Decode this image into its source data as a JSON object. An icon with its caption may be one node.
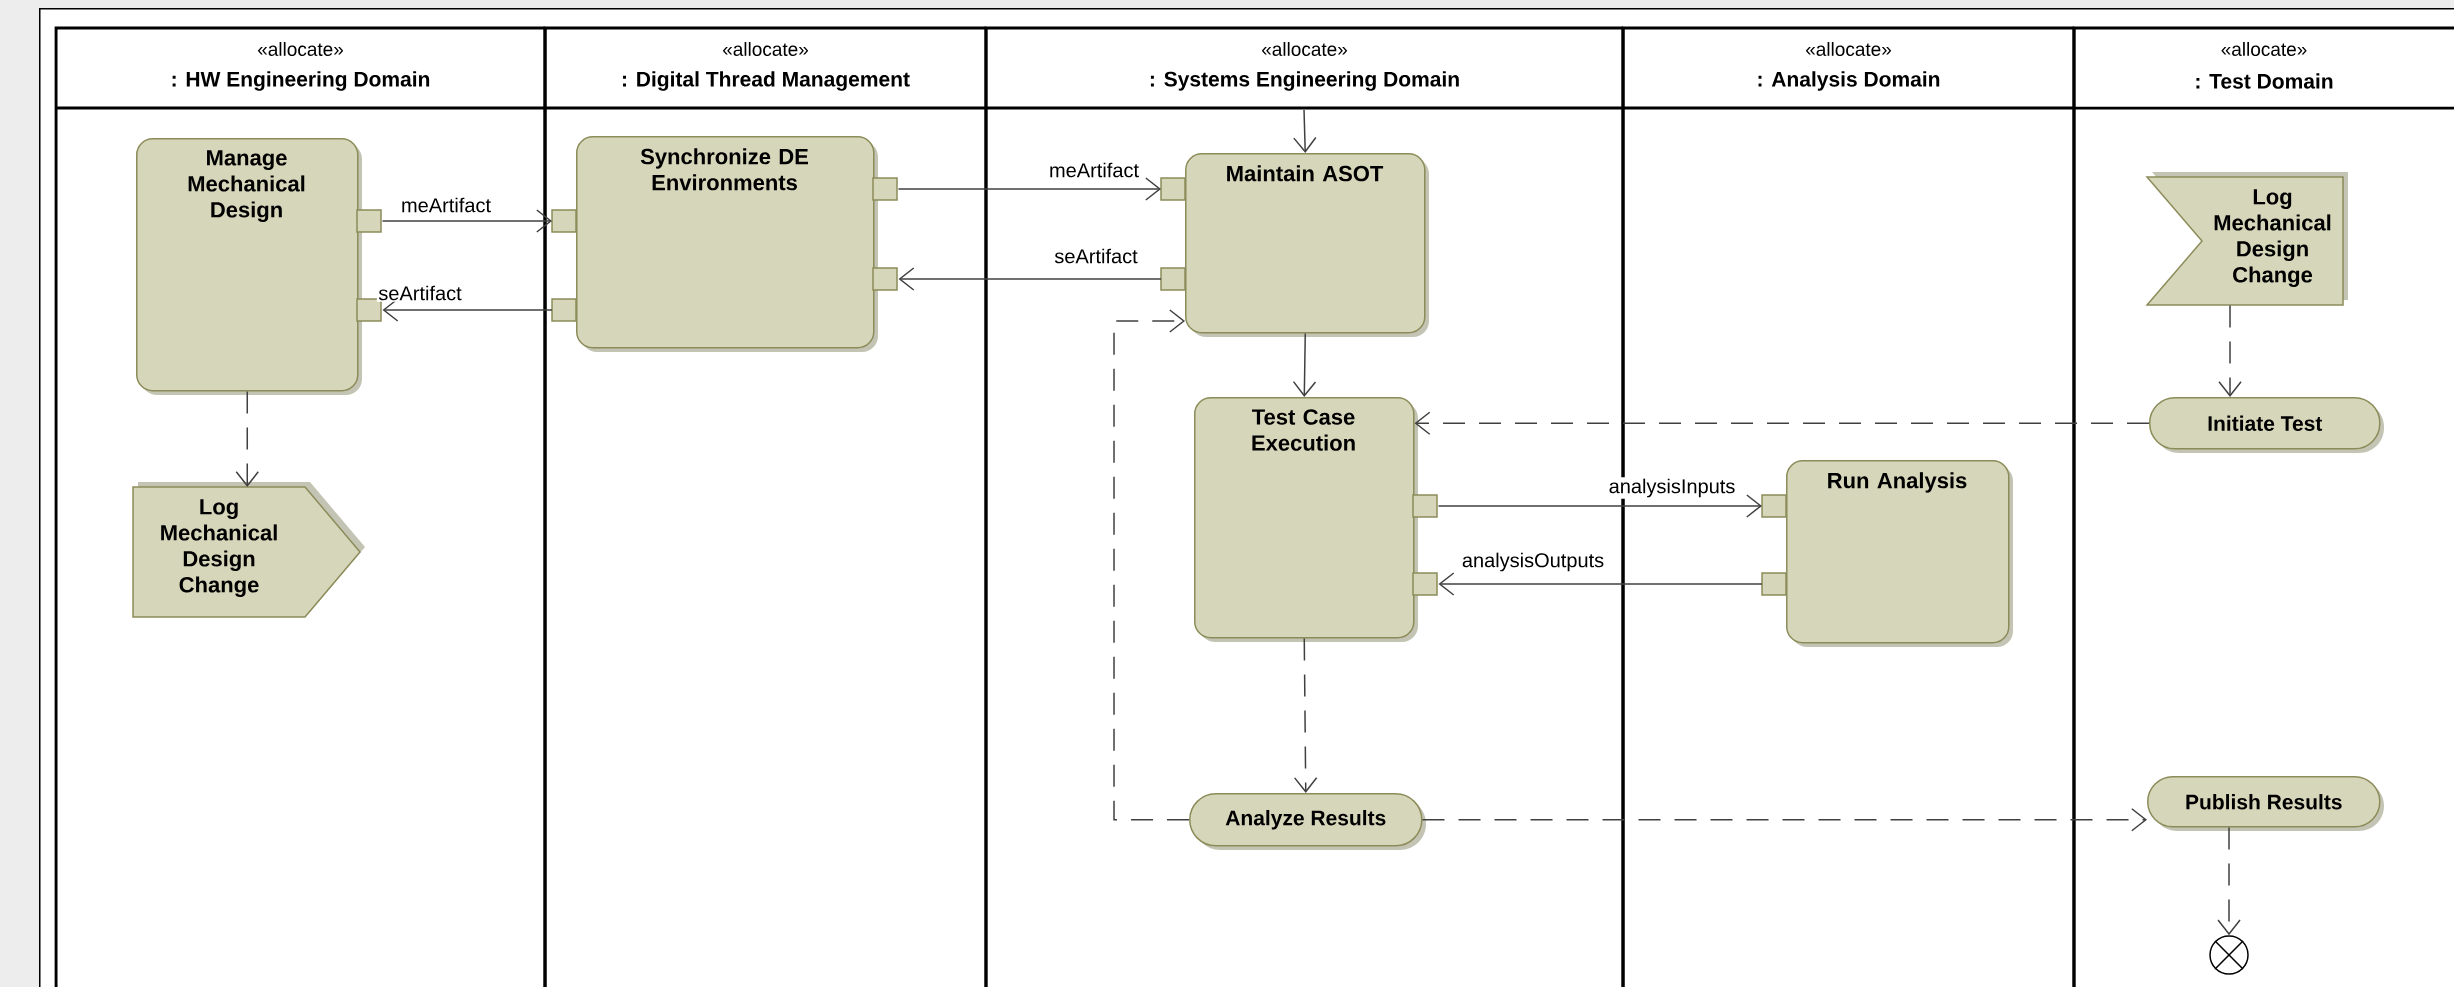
{
  "diagram": {
    "nodes": [
      {
        "text": [
          "«allocate»",
          ": HW Engineering Domain"
        ]
      },
      {
        "text": [
          "«allocate»",
          ": Digital Thread Management"
        ]
      },
      {
        "text": [
          "«allocate»",
          ": Systems Engineering Domain"
        ]
      },
      {
        "text": [
          "«allocate»",
          ": Analysis Domain"
        ]
      },
      {
        "text": [
          "«allocate»",
          ": Test Domain"
        ]
      },
      {
        "text": [
          "Manage Mechanical Design"
        ],
        "in": 0
      },
      {
        "text": [
          "Log Mechanical Design Change"
        ],
        "in": 0
      },
      {
        "text": [
          "Synchronize DE Environments"
        ],
        "in": 1
      },
      {
        "text": [
          "Maintain ASOT"
        ],
        "in": 2
      },
      {
        "text": [
          "Test Case Execution"
        ],
        "in": 2
      },
      {
        "text": [
          "Analyze Results"
        ],
        "in": 2
      },
      {
        "text": [
          "Run Analysis"
        ],
        "in": 3
      },
      {
        "text": [
          "Log Mechanical Design Change"
        ],
        "in": 4
      },
      {
        "text": [
          "Initiate Test"
        ],
        "in": 4
      },
      {
        "text": [
          "Publish Results"
        ],
        "in": 4
      },
      {
        "text": [],
        "shape": "circle",
        "in": 4
      }
    ],
    "edges": [
      {
        "from": 5,
        "to": 7,
        "arrow": "to",
        "label": "meArtifact"
      },
      {
        "from": 7,
        "to": 5,
        "arrow": "to",
        "label": "seArtifact"
      },
      {
        "from": 7,
        "to": 8,
        "arrow": "to",
        "label": "meArtifact"
      },
      {
        "from": 8,
        "to": 7,
        "arrow": "to",
        "label": "seArtifact"
      },
      {
        "from": null,
        "to": 8,
        "arrow": "to"
      },
      {
        "from": 8,
        "to": 9,
        "arrow": "to"
      },
      {
        "from": 5,
        "to": 6,
        "arrow": "to",
        "style": "dashed"
      },
      {
        "from": 12,
        "to": 13,
        "arrow": "to",
        "style": "dashed"
      },
      {
        "from": 13,
        "to": 9,
        "arrow": "to",
        "style": "dashed"
      },
      {
        "from": 9,
        "to": 11,
        "arrow": "to",
        "label": "analysisInputs"
      },
      {
        "from": 11,
        "to": 9,
        "arrow": "to",
        "label": "analysisOutputs"
      },
      {
        "from": 9,
        "to": 10,
        "arrow": "to",
        "style": "dashed"
      },
      {
        "from": 10,
        "to": 8,
        "arrow": "to",
        "style": "dashed"
      },
      {
        "from": 10,
        "to": 14,
        "arrow": "to",
        "style": "dashed"
      },
      {
        "from": 14,
        "to": 15,
        "arrow": "to",
        "style": "dashed"
      }
    ]
  }
}
